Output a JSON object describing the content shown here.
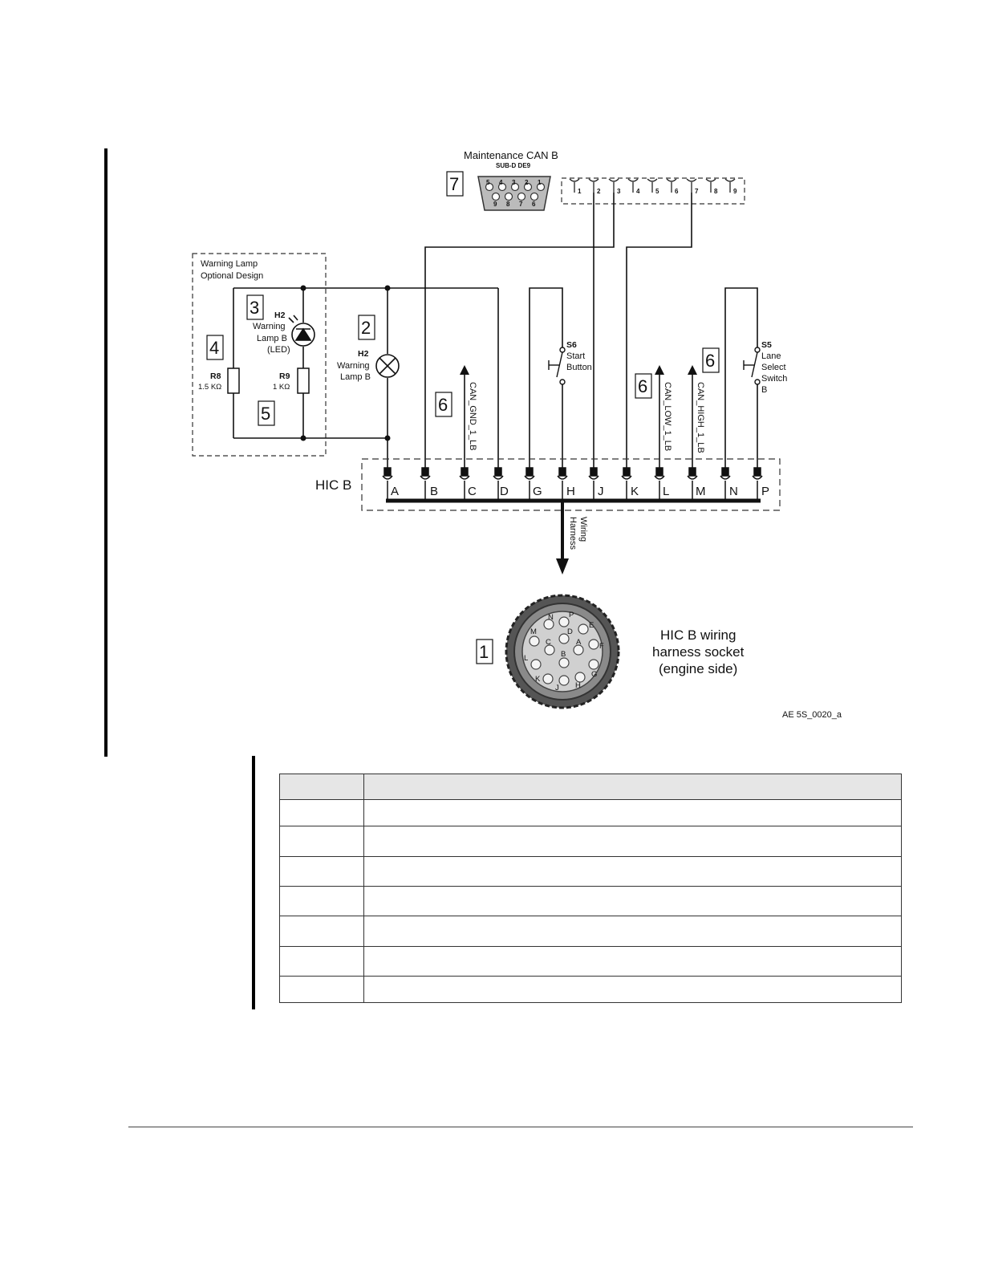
{
  "diagram": {
    "maint_title": "Maintenance CAN B",
    "maint_sub": "SUB-D DE9",
    "db9_top_pins": [
      "5",
      "4",
      "3",
      "2",
      "1"
    ],
    "db9_bottom_pins": [
      "9",
      "8",
      "7",
      "6"
    ],
    "terminal_labels": [
      "1",
      "2",
      "3",
      "4",
      "5",
      "6",
      "7",
      "8",
      "9"
    ],
    "callout_7": "7",
    "optional_title_1": "Warning Lamp",
    "optional_title_2": "Optional Design",
    "callout_3": "3",
    "callout_4": "4",
    "callout_5": "5",
    "led_ref": "H2",
    "led_label_1": "Warning",
    "led_label_2": "Lamp B",
    "led_label_3": "(LED)",
    "r8_ref": "R8",
    "r8_value": "1.5 KΩ",
    "r9_ref": "R9",
    "r9_value": "1 KΩ",
    "callout_2": "2",
    "lamp_ref": "H2",
    "lamp_label_1": "Warning",
    "lamp_label_2": "Lamp B",
    "callout_6": "6",
    "can_gnd": "CAN_GND_1_LB",
    "can_low": "CAN_LOW_1_LB",
    "can_high": "CAN_HIGH_1_LB",
    "s6_ref": "S6",
    "s6_label_1": "Start",
    "s6_label_2": "Button",
    "s5_ref": "S5",
    "s5_label_1": "Lane",
    "s5_label_2": "Select",
    "s5_label_3": "Switch",
    "s5_label_4": "B",
    "connector_name": "HIC B",
    "connector_pins": [
      "A",
      "B",
      "C",
      "D",
      "G",
      "H",
      "J",
      "K",
      "L",
      "M",
      "N",
      "P"
    ],
    "harness_1": "Wiring",
    "harness_2": "Harness",
    "callout_1": "1",
    "socket_label_1": "HIC B wiring",
    "socket_label_2": "harness socket",
    "socket_label_3": "(engine side)",
    "socket_pins": [
      "N",
      "P",
      "E",
      "M",
      "D",
      "C",
      "A",
      "F",
      "B",
      "L",
      "G",
      "K",
      "J",
      "H"
    ],
    "figure_id": "AE 5S_0020_a"
  },
  "table": {
    "headers": [
      "",
      ""
    ],
    "rows": [
      [
        "",
        ""
      ],
      [
        "",
        ""
      ],
      [
        "",
        ""
      ],
      [
        "",
        ""
      ],
      [
        "",
        ""
      ],
      [
        "",
        ""
      ],
      [
        "",
        ""
      ]
    ]
  }
}
